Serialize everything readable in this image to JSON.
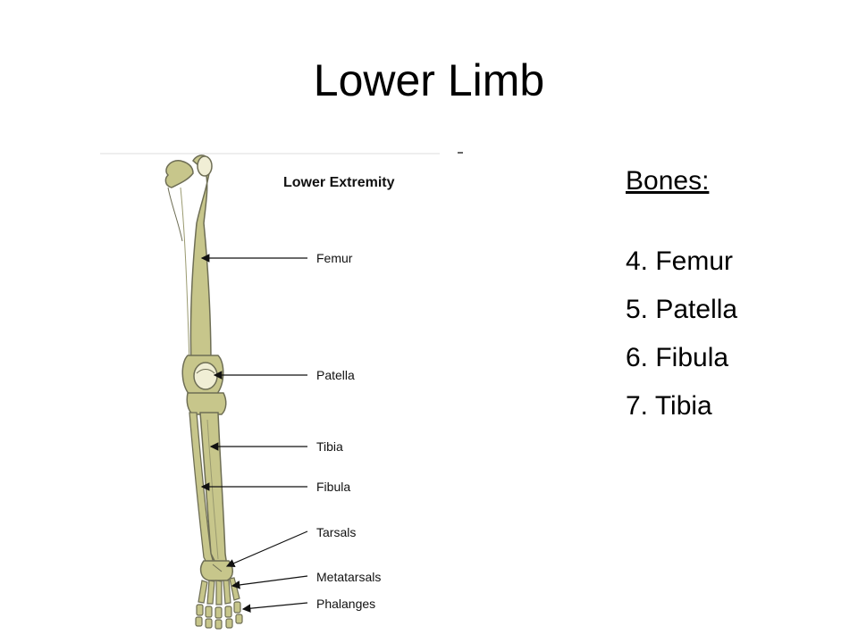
{
  "slide": {
    "title": "Lower Limb"
  },
  "diagram": {
    "heading": "Lower Extremity",
    "bone_color": "#c7c68b",
    "outline_color": "#6e6e55",
    "labels": {
      "femur": "Femur",
      "patella": "Patella",
      "tibia": "Tibia",
      "fibula": "Fibula",
      "tarsals": "Tarsals",
      "metatarsals": "Metatarsals",
      "phalanges": "Phalanges"
    }
  },
  "bones_list": {
    "heading": "Bones:",
    "items": [
      "4. Femur",
      "5. Patella",
      "6. Fibula",
      "7. Tibia"
    ]
  }
}
